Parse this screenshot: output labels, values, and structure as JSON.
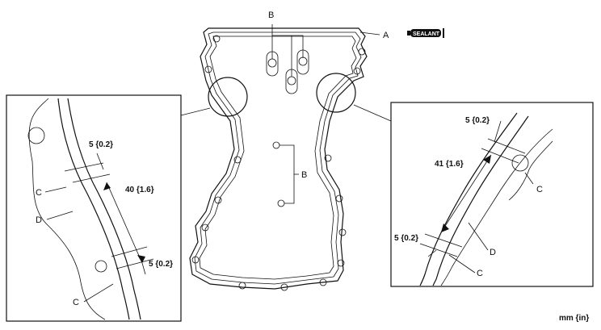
{
  "labels": {
    "a": "A",
    "b_top": "B",
    "b_mid": "B",
    "sealant": "SEALANT"
  },
  "left_detail": {
    "dim_top": "5 {0.2}",
    "dim_mid": "40 {1.6}",
    "dim_bottom": "5 {0.2}",
    "label_c_upper": "C",
    "label_d": "D",
    "label_c_lower": "C"
  },
  "right_detail": {
    "dim_top": "5 {0.2}",
    "dim_mid": "41 {1.6}",
    "dim_bottom": "5 {0.2}",
    "label_c_upper": "C",
    "label_d": "D",
    "label_c_lower": "C"
  },
  "units": "mm {in}"
}
